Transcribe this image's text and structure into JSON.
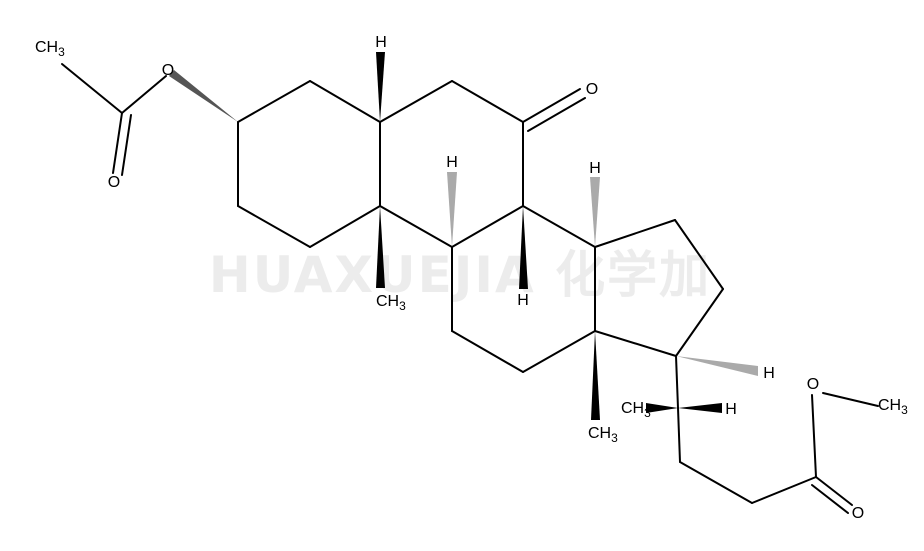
{
  "watermark": {
    "text": "HUAXUEJIA 化学加"
  },
  "labels": {
    "ch3_acetyl": {
      "main": "CH",
      "sub": "3"
    },
    "o_ester": "O",
    "o_carbonyl": "O",
    "h_c5": "H",
    "o_ketone": "O",
    "h_c9": "H",
    "h_c14": "H",
    "ch3_c10": {
      "main": "CH",
      "sub": "3"
    },
    "h_c8": "H",
    "h_c17": "H",
    "ch3_c20": {
      "main": "CH",
      "sub": "3"
    },
    "h_c20": "H",
    "ch3_c13": {
      "main": "CH",
      "sub": "3"
    },
    "o_me_ester": "O",
    "ch3_me_ester": {
      "main": "CH",
      "sub": "3"
    },
    "o_me_carbonyl": "O"
  }
}
